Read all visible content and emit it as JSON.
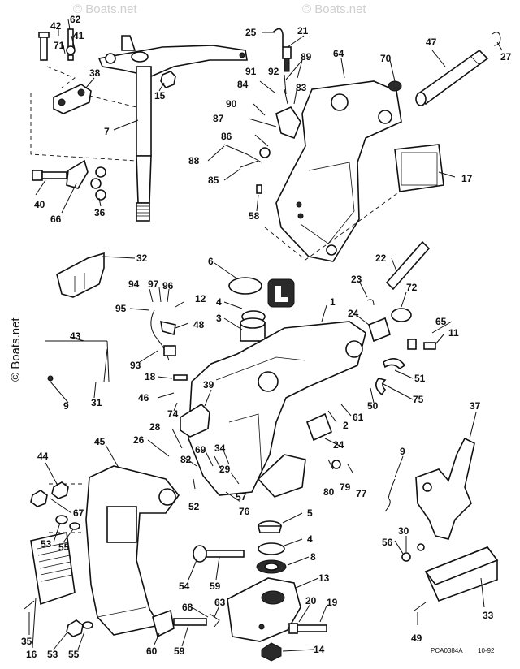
{
  "watermarks": [
    "© Boats.net",
    "© Boats.net",
    "© Boats.net"
  ],
  "footer": {
    "code": "PCA0384A",
    "date": "10-92"
  },
  "callouts": [
    "1",
    "2",
    "3",
    "4",
    "5",
    "6",
    "7",
    "8",
    "9",
    "11",
    "12",
    "13",
    "14",
    "15",
    "16",
    "17",
    "18",
    "19",
    "20",
    "21",
    "22",
    "23",
    "24",
    "24",
    "25",
    "26",
    "27",
    "28",
    "29",
    "30",
    "31",
    "32",
    "33",
    "34",
    "35",
    "36",
    "36",
    "37",
    "38",
    "39",
    "40",
    "41",
    "42",
    "43",
    "44",
    "45",
    "46",
    "47",
    "48",
    "49",
    "50",
    "51",
    "52",
    "53",
    "53",
    "54",
    "55",
    "55",
    "56",
    "57",
    "58",
    "59",
    "59",
    "60",
    "61",
    "62",
    "63",
    "64",
    "65",
    "66",
    "67",
    "68",
    "69",
    "70",
    "71",
    "72",
    "74",
    "75",
    "76",
    "77",
    "79",
    "80",
    "82",
    "83",
    "84",
    "85",
    "86",
    "87",
    "88",
    "89",
    "90",
    "91",
    "92",
    "93",
    "94",
    "95",
    "96",
    "97"
  ]
}
